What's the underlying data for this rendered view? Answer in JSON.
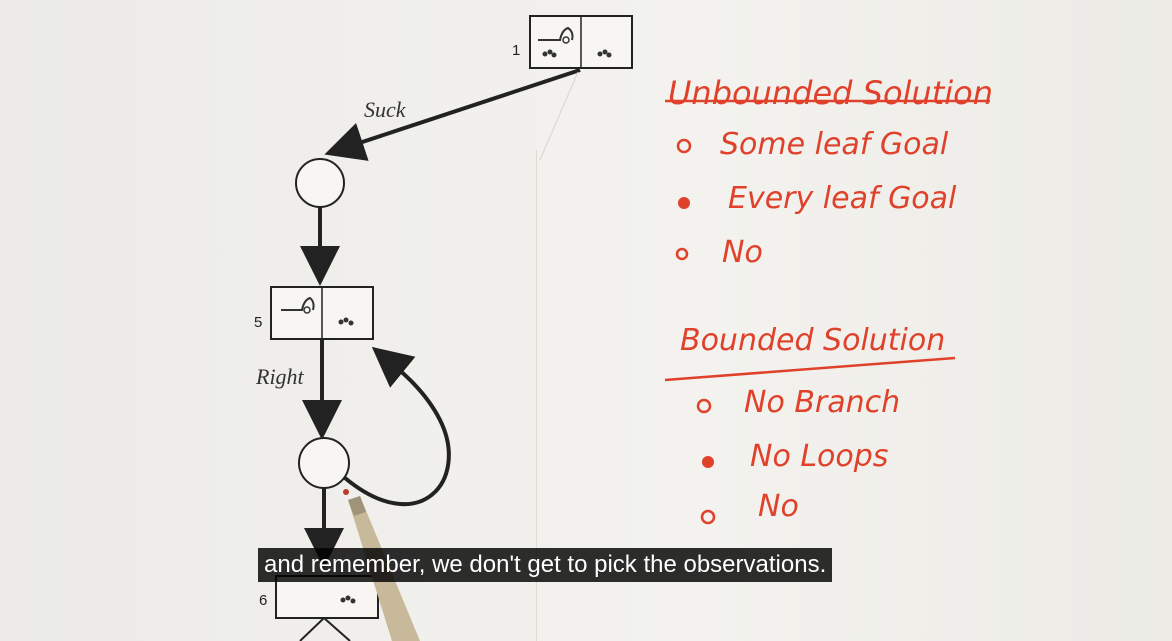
{
  "diagram": {
    "state_labels": [
      "1",
      "5",
      "6"
    ],
    "action_labels": [
      "Suck",
      "Right"
    ]
  },
  "notes": {
    "unbounded": {
      "heading": "Unbounded Solution",
      "options": [
        "Some leaf Goal",
        "Every leaf Goal",
        "No"
      ],
      "selected_index": 1
    },
    "bounded": {
      "heading": "Bounded Solution",
      "options": [
        "No Branch",
        "No Loops",
        "No"
      ],
      "selected_index": 1
    }
  },
  "caption": "and remember, we don't get to pick the observations.",
  "colors": {
    "ink": "#e0412b",
    "diagram": "#222222",
    "caption_bg": "#000000"
  }
}
